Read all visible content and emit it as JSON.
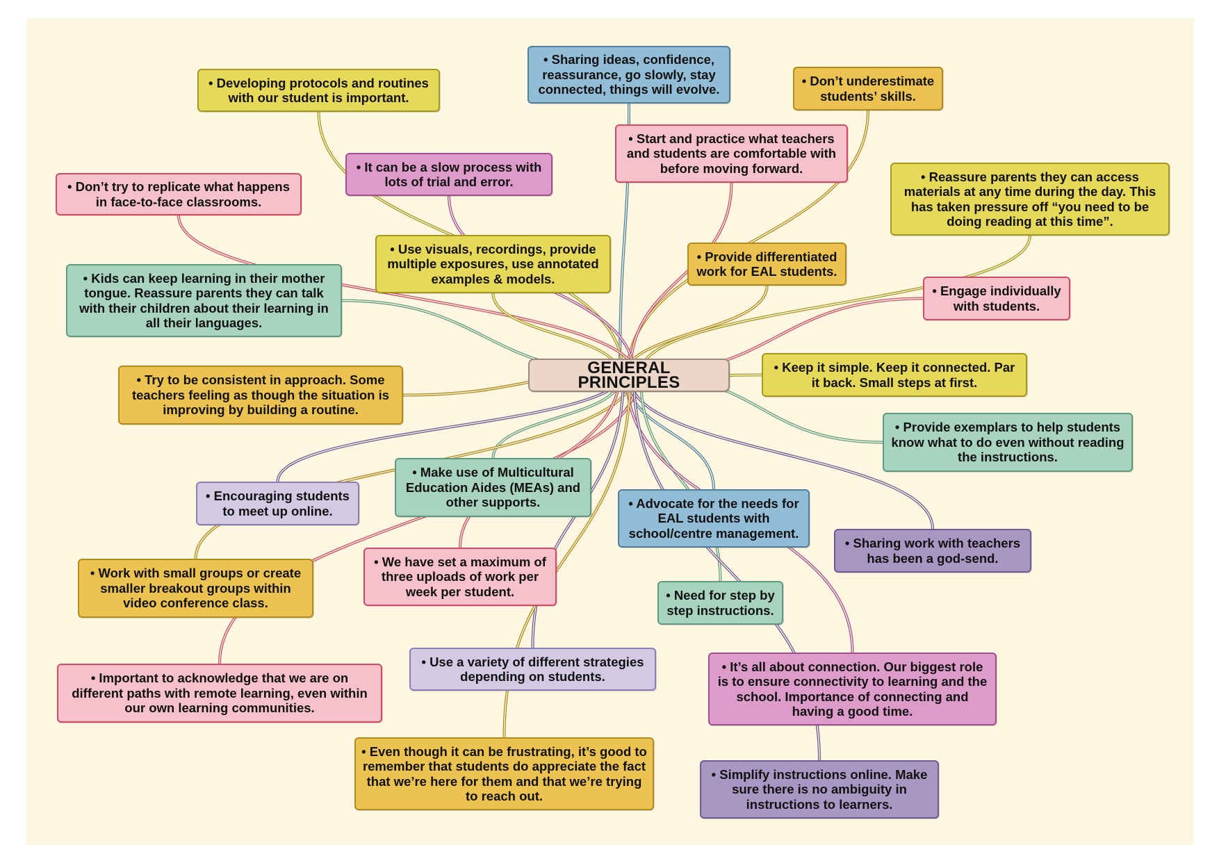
{
  "colors": {
    "canvas": "#fdf7e1",
    "blue": {
      "fill": "#93bdd6",
      "border": "#4f7f9b"
    },
    "yellow": {
      "fill": "#e6d858",
      "border": "#a5981f"
    },
    "orange": {
      "fill": "#ecc351",
      "border": "#b08a1c"
    },
    "pink": {
      "fill": "#f6c1ca",
      "border": "#d24a66"
    },
    "magenta": {
      "fill": "#dc9bc9",
      "border": "#a44e8f"
    },
    "green": {
      "fill": "#a9d3c1",
      "border": "#5f9a7e"
    },
    "lavender": {
      "fill": "#d2c9e2",
      "border": "#8e7eb6"
    },
    "purple": {
      "fill": "#a897c2",
      "border": "#6e5a95"
    },
    "center": {
      "fill": "#ecd6c8",
      "border": "#9a8a7e"
    }
  },
  "center": {
    "text": "GENERAL PRINCIPLES"
  },
  "nodes": [
    {
      "id": "n-sharing-ideas",
      "text": "• Sharing ideas, confidence, reassurance, go slowly, stay connected, things will evolve.",
      "color": "blue"
    },
    {
      "id": "n-protocols",
      "text": "• Developing protocols and routines with our student is important.",
      "color": "yellow"
    },
    {
      "id": "n-underestimate",
      "text": "• Don’t underestimate students’ skills.",
      "color": "orange"
    },
    {
      "id": "n-start-practice",
      "text": "• Start and practice what teachers and students are comfortable with before moving forward.",
      "color": "pink"
    },
    {
      "id": "n-slow-process",
      "text": "• It can be a slow process with lots of trial and error.",
      "color": "magenta"
    },
    {
      "id": "n-dont-replicate",
      "text": "• Don’t try to replicate what happens in face-to-face classrooms.",
      "color": "pink"
    },
    {
      "id": "n-reassure-parents",
      "text": "• Reassure parents they can access materials at any time during the day. This has taken pressure off “you need to be doing reading at this time”.",
      "color": "yellow"
    },
    {
      "id": "n-visuals",
      "text": "• Use visuals, recordings, provide multiple exposures, use annotated examples & models.",
      "color": "yellow"
    },
    {
      "id": "n-differentiated",
      "text": "• Provide differentiated work for EAL students.",
      "color": "orange"
    },
    {
      "id": "n-mother-tongue",
      "text": "• Kids can keep learning in their mother tongue. Reassure parents they can talk with their children about their learning in all their languages.",
      "color": "green"
    },
    {
      "id": "n-engage",
      "text": "• Engage individually with students.",
      "color": "pink"
    },
    {
      "id": "n-keep-simple",
      "text": "• Keep it simple. Keep it connected. Par it back. Small steps at first.",
      "color": "yellow"
    },
    {
      "id": "n-consistent",
      "text": "• Try to be consistent in approach. Some teachers feeling as though the situation is improving by building a routine.",
      "color": "orange"
    },
    {
      "id": "n-exemplars",
      "text": "• Provide exemplars to help students know what to do even without reading the instructions.",
      "color": "green"
    },
    {
      "id": "n-meas",
      "text": "• Make use of Multicultural Education Aides (MEAs) and other supports.",
      "color": "green"
    },
    {
      "id": "n-meet-online",
      "text": "• Encouraging students to meet up online.",
      "color": "lavender"
    },
    {
      "id": "n-advocate",
      "text": "• Advocate for the needs for EAL students with school/centre management.",
      "color": "blue"
    },
    {
      "id": "n-godsend",
      "text": "• Sharing work with teachers has been a god-send.",
      "color": "purple"
    },
    {
      "id": "n-small-groups",
      "text": "• Work with small groups or create smaller breakout groups within video conference class.",
      "color": "orange"
    },
    {
      "id": "n-uploads",
      "text": "• We have set a maximum of three uploads of work per week per student.",
      "color": "pink"
    },
    {
      "id": "n-step-by-step",
      "text": "• Need for step by step instructions.",
      "color": "green"
    },
    {
      "id": "n-different-paths",
      "text": "• Important to acknowledge that we are on different paths with remote learning, even within our own learning communities.",
      "color": "pink"
    },
    {
      "id": "n-strategies",
      "text": "• Use a variety of different strategies depending on students.",
      "color": "lavender"
    },
    {
      "id": "n-connection",
      "text": "• It’s all about connection. Our biggest role is to ensure connectivity to learning and the school. Importance of connecting and having a good time.",
      "color": "magenta"
    },
    {
      "id": "n-frustrating",
      "text": "• Even though it can be frustrating, it’s good to remember that students do appreciate the fact that we’re here for them and that we’re trying to reach out.",
      "color": "orange"
    },
    {
      "id": "n-simplify",
      "text": "• Simplify instructions online. Make sure there is no ambiguity in instructions to learners.",
      "color": "purple"
    }
  ],
  "links": [
    {
      "to": "n-sharing-ideas",
      "color": "blue"
    },
    {
      "to": "n-protocols",
      "color": "yellow"
    },
    {
      "to": "n-underestimate",
      "color": "orange"
    },
    {
      "to": "n-start-practice",
      "color": "pink"
    },
    {
      "to": "n-slow-process",
      "color": "magenta"
    },
    {
      "to": "n-dont-replicate",
      "color": "pink"
    },
    {
      "to": "n-reassure-parents",
      "color": "yellow"
    },
    {
      "to": "n-visuals",
      "color": "yellow"
    },
    {
      "to": "n-differentiated",
      "color": "orange"
    },
    {
      "to": "n-mother-tongue",
      "color": "green"
    },
    {
      "to": "n-engage",
      "color": "pink"
    },
    {
      "to": "n-keep-simple",
      "color": "yellow"
    },
    {
      "to": "n-consistent",
      "color": "orange"
    },
    {
      "to": "n-exemplars",
      "color": "green"
    },
    {
      "to": "n-meas",
      "color": "green"
    },
    {
      "to": "n-meet-online",
      "color": "purple"
    },
    {
      "to": "n-advocate",
      "color": "blue"
    },
    {
      "to": "n-godsend",
      "color": "purple"
    },
    {
      "to": "n-small-groups",
      "color": "orange"
    },
    {
      "to": "n-uploads",
      "color": "pink"
    },
    {
      "to": "n-step-by-step",
      "color": "green"
    },
    {
      "to": "n-different-paths",
      "color": "pink"
    },
    {
      "to": "n-strategies",
      "color": "purple"
    },
    {
      "to": "n-connection",
      "color": "magenta"
    },
    {
      "to": "n-frustrating",
      "color": "orange"
    },
    {
      "to": "n-simplify",
      "color": "purple"
    }
  ]
}
